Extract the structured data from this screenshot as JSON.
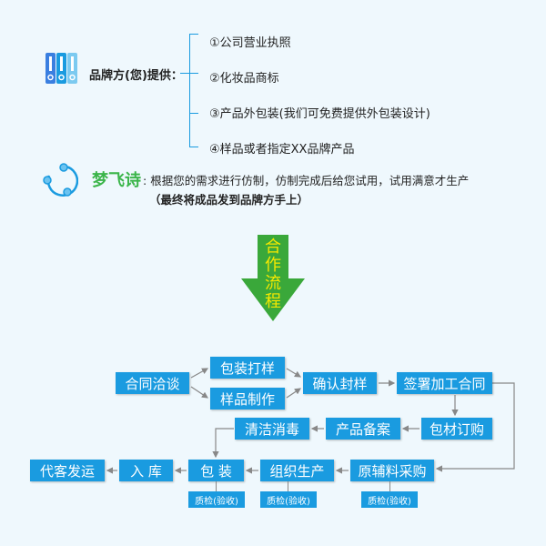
{
  "brand_section": {
    "label": "品牌方(您)提供",
    "colon": "：",
    "items": [
      "①公司营业执照",
      "②化妆品商标",
      "③产品外包装(我们可免费提供外包装设计)",
      "④样品或者指定XX品牌产品"
    ]
  },
  "company_section": {
    "name": "梦飞诗",
    "colon": ":",
    "description": "根据您的需求进行仿制，仿制完成后给您试用，试用满意才生产",
    "note": "（最终将成品发到品牌方手上）"
  },
  "arrow_label": [
    "合",
    "作",
    "流",
    "程"
  ],
  "flow": {
    "contract_talk": "合同洽谈",
    "package_proof": "包装打样",
    "sample_making": "样品制作",
    "confirm_sample": "确认封样",
    "sign_contract": "签署加工合同",
    "package_purchase": "包材订购",
    "product_filing": "产品备案",
    "cleaning": "清洁消毒",
    "raw_purchase": "原辅料采购",
    "production": "组织生产",
    "packing": "包 装",
    "warehouse": "入 库",
    "shipping": "代客发运",
    "qc_label": "质检(验收)"
  },
  "colors": {
    "box": "#1a9be0",
    "arrow": "#3aa83a",
    "arrow_text": "#f5e800",
    "company": "#3bb54a"
  }
}
